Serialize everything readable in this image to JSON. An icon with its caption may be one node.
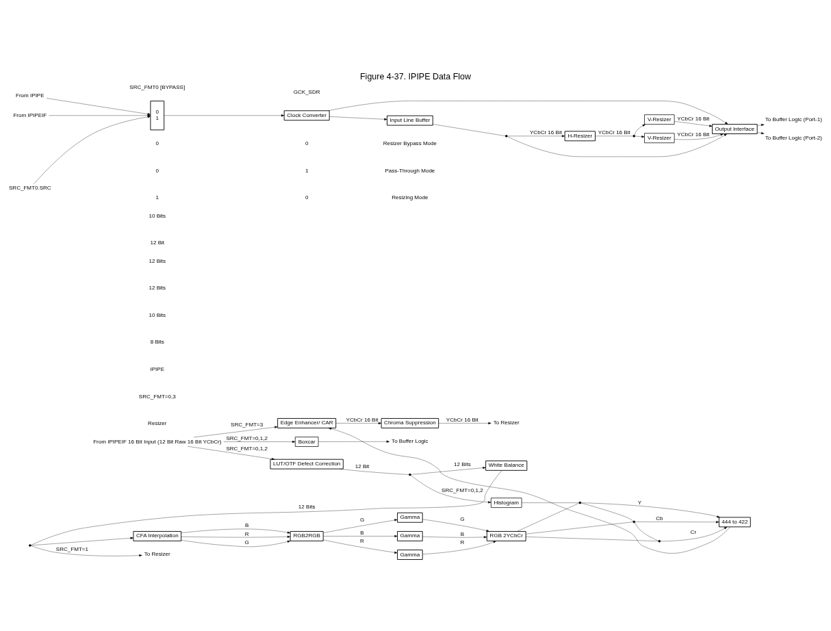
{
  "diagram": {
    "title": "Figure 4-37. IPIPE Data Flow",
    "nodes": [
      {
        "text": [
          "From IPIPEIF 16 Bit Input (12 Bit Raw 16 Bit YCbCr)"
        ]
      },
      {
        "text": [
          "Boxcar"
        ]
      },
      {
        "text": [
          "To Buffer Logic"
        ]
      },
      {
        "text": [
          "LUT/OTF Defect Correction"
        ]
      },
      {
        "text": [],
        "shape": "circle"
      },
      {
        "text": [
          "Histogram"
        ]
      },
      {
        "text": [
          "White Balance"
        ]
      },
      {
        "text": [],
        "shape": "circle"
      },
      {
        "text": [
          "To Resizer"
        ]
      },
      {
        "text": [
          "CFA Interpolation"
        ]
      },
      {
        "text": [
          "RGB2RGB"
        ]
      },
      {
        "text": [
          "Gamma"
        ]
      },
      {
        "text": [
          "Gamma"
        ]
      },
      {
        "text": [
          "Gamma"
        ]
      },
      {
        "text": [
          "RGB 2YCbCr"
        ]
      },
      {
        "text": [],
        "shape": "circle"
      },
      {
        "text": [],
        "shape": "circle"
      },
      {
        "text": [],
        "shape": "circle"
      },
      {
        "text": [
          "444 to 422"
        ]
      },
      {
        "text": [
          "Edge Enhancer/ CAR"
        ]
      },
      {
        "text": [
          "Chroma Suppression"
        ]
      },
      {
        "text": [
          "To Resizer"
        ]
      },
      {
        "text": [
          "From IPIPE"
        ]
      },
      {
        "text": [
          "From IPIPEIF"
        ]
      },
      {
        "text": [
          "0",
          "1"
        ]
      },
      {
        "text": [
          "SRC_FMT0.SRC"
        ]
      },
      {
        "text": [
          "Clock Converter"
        ]
      },
      {
        "text": [
          "Input Line Buffer"
        ]
      },
      {
        "text": [],
        "shape": "circle"
      },
      {
        "text": [
          "H-Resizer"
        ]
      },
      {
        "text": [],
        "shape": "circle"
      },
      {
        "text": [
          "V-Resizer"
        ]
      },
      {
        "text": [
          "V-Resizer"
        ]
      },
      {
        "text": [
          "Output Interface"
        ]
      },
      {
        "text": [
          "To Buffer Logic (Port-1)"
        ]
      },
      {
        "text": [
          "To Buffer Logic (Port-2)"
        ]
      }
    ],
    "edges": [
      {
        "from": 0,
        "to": 1,
        "arrow": "to",
        "label": "SRC_FMT=0,1,2"
      },
      {
        "from": 1,
        "to": 2,
        "arrow": "to"
      },
      {
        "from": 0,
        "to": 3,
        "arrow": "to",
        "label": "SRC_FMT=0,1,2"
      },
      {
        "from": 3,
        "to": 4,
        "arrow": "none",
        "label": "12 Bit"
      },
      {
        "from": 4,
        "to": 5,
        "arrow": "to",
        "label": "SRC_FMT=0,1,2"
      },
      {
        "from": 4,
        "to": 6,
        "arrow": "to",
        "label": "12 Bits"
      },
      {
        "from": 6,
        "to": 7,
        "arrow": "none",
        "label": "12 Bits"
      },
      {
        "from": 7,
        "to": 8,
        "arrow": "to",
        "label": "SRC_FMT=1"
      },
      {
        "from": 7,
        "to": 9,
        "arrow": "to"
      },
      {
        "from": 9,
        "to": 10,
        "arrow": "to",
        "label": "R"
      },
      {
        "from": 9,
        "to": 10,
        "arrow": "to",
        "label": "G"
      },
      {
        "from": 9,
        "to": 10,
        "arrow": "to",
        "label": "B"
      },
      {
        "from": 10,
        "to": 11,
        "arrow": "to",
        "label": "R"
      },
      {
        "from": 10,
        "to": 12,
        "arrow": "to",
        "label": "G"
      },
      {
        "from": 10,
        "to": 13,
        "arrow": "to",
        "label": "B"
      },
      {
        "from": 11,
        "to": 14,
        "arrow": "to",
        "label": "R"
      },
      {
        "from": 12,
        "to": 14,
        "arrow": "to",
        "label": "G"
      },
      {
        "from": 13,
        "to": 14,
        "arrow": "to",
        "label": "B"
      },
      {
        "from": 5,
        "to": 15,
        "arrow": "none"
      },
      {
        "from": 15,
        "to": 16,
        "arrow": "none"
      },
      {
        "from": 16,
        "to": 17,
        "arrow": "none"
      },
      {
        "from": 14,
        "to": 15,
        "arrow": "none"
      },
      {
        "from": 14,
        "to": 16,
        "arrow": "none"
      },
      {
        "from": 14,
        "to": 17,
        "arrow": "none"
      },
      {
        "from": 15,
        "to": 18,
        "arrow": "to",
        "label": "Y"
      },
      {
        "from": 16,
        "to": 18,
        "arrow": "to",
        "label": "Cb"
      },
      {
        "from": 17,
        "to": 18,
        "arrow": "to",
        "label": "Cr"
      },
      {
        "from": 18,
        "to": 19,
        "arrow": "to"
      },
      {
        "from": 0,
        "to": 19,
        "arrow": "to",
        "label": "SRC_FMT=3"
      },
      {
        "from": 19,
        "to": 20,
        "arrow": "to",
        "label": "YCbCr 16 Bit"
      },
      {
        "from": 20,
        "to": 21,
        "arrow": "to",
        "label": "YCbCr 16 Bit"
      },
      {
        "from": 22,
        "to": 24,
        "arrow": "to"
      },
      {
        "from": 23,
        "to": 24,
        "arrow": "to"
      },
      {
        "from": 25,
        "to": 24,
        "arrow": "to"
      },
      {
        "from": 24,
        "to": 26,
        "arrow": "to"
      },
      {
        "from": 26,
        "to": 27,
        "arrow": "to"
      },
      {
        "from": 26,
        "to": 33,
        "arrow": "to"
      },
      {
        "from": 27,
        "to": 28,
        "arrow": "none"
      },
      {
        "from": 28,
        "to": 33,
        "arrow": "to"
      },
      {
        "from": 28,
        "to": 29,
        "arrow": "to",
        "label": "YCbCr 16 Bit"
      },
      {
        "from": 29,
        "to": 30,
        "arrow": "none",
        "label": "YCbCr 16 Bit"
      },
      {
        "from": 30,
        "to": 31,
        "arrow": "to"
      },
      {
        "from": 30,
        "to": 32,
        "arrow": "to"
      },
      {
        "from": 31,
        "to": 33,
        "arrow": "to",
        "label": "YCbCr 16 Bit"
      },
      {
        "from": 32,
        "to": 33,
        "arrow": "to",
        "label": "YCbCr 16 Bit"
      },
      {
        "from": 33,
        "to": 34,
        "arrow": "to"
      },
      {
        "from": 33,
        "to": 35,
        "arrow": "to"
      }
    ],
    "labels": [
      "12 Bit",
      "10 Bits",
      "12 Bits",
      "12 Bits",
      "10 Bits",
      "8 Bits",
      "IPIPE",
      "SRC_FMT=0,3",
      "Resizer",
      "SRC_FMT0 [BYPASS]",
      "GCK_SDR",
      "0",
      "0",
      "Resizer Bypass Mode",
      "0",
      "1",
      "Pass-Through Mode",
      "1",
      "0",
      "Resizing Mode"
    ]
  }
}
